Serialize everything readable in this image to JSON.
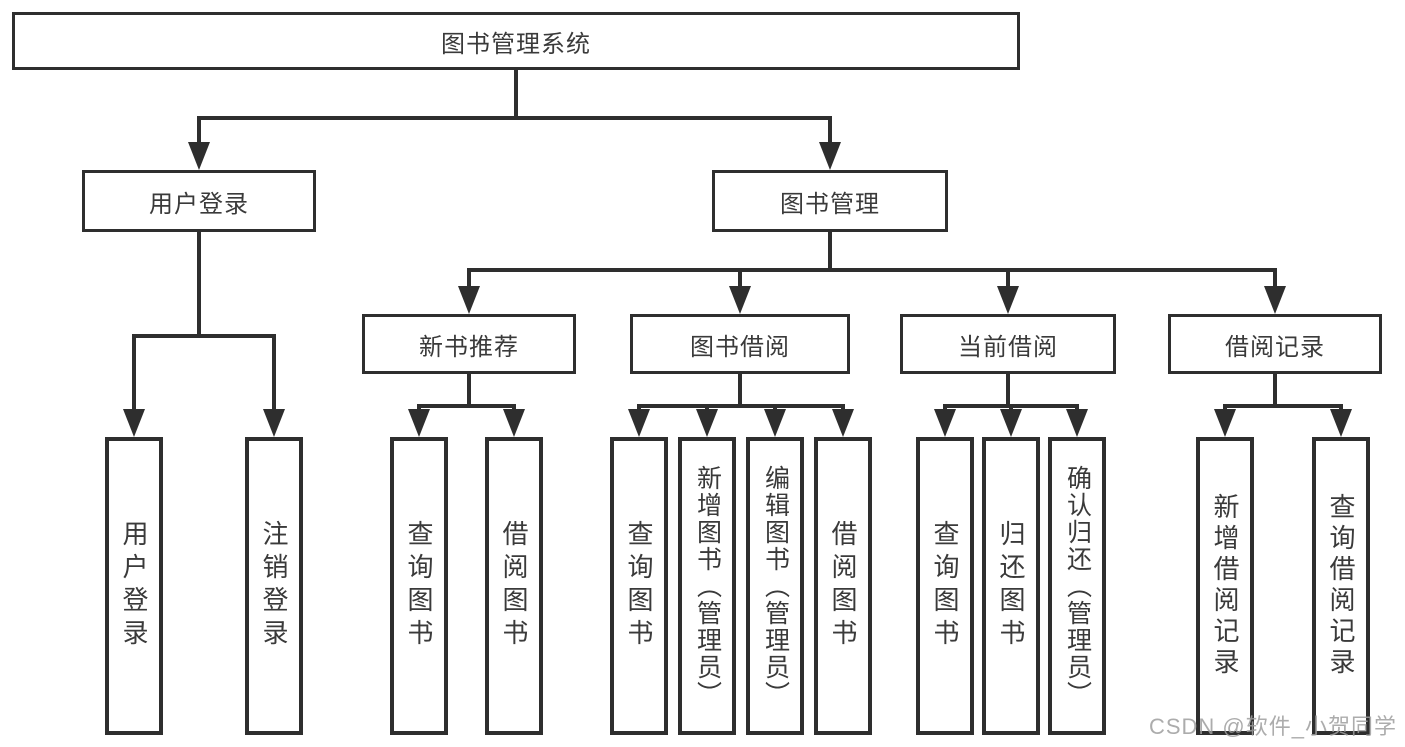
{
  "colors": {
    "line": "#2e2e2e",
    "box_border": "#2e2e2e",
    "text": "#3a3a3a",
    "background": "#ffffff",
    "watermark": "#9e9e9e"
  },
  "watermark": {
    "text": "CSDN @软件_小贺同学"
  },
  "tree": {
    "root": {
      "label": "图书管理系统",
      "children": [
        {
          "label": "用户登录",
          "children": [
            {
              "label": "用户登录"
            },
            {
              "label": "注销登录"
            }
          ]
        },
        {
          "label": "图书管理",
          "children": [
            {
              "label": "新书推荐",
              "children": [
                {
                  "label": "查询图书"
                },
                {
                  "label": "借阅图书"
                }
              ]
            },
            {
              "label": "图书借阅",
              "children": [
                {
                  "label": "查询图书"
                },
                {
                  "label": "新增图书（管理员）"
                },
                {
                  "label": "编辑图书（管理员）"
                },
                {
                  "label": "借阅图书"
                }
              ]
            },
            {
              "label": "当前借阅",
              "children": [
                {
                  "label": "查询图书"
                },
                {
                  "label": "归还图书"
                },
                {
                  "label": "确认归还（管理员）"
                }
              ]
            },
            {
              "label": "借阅记录",
              "children": [
                {
                  "label": "新增借阅记录"
                },
                {
                  "label": "查询借阅记录"
                }
              ]
            }
          ]
        }
      ]
    }
  }
}
